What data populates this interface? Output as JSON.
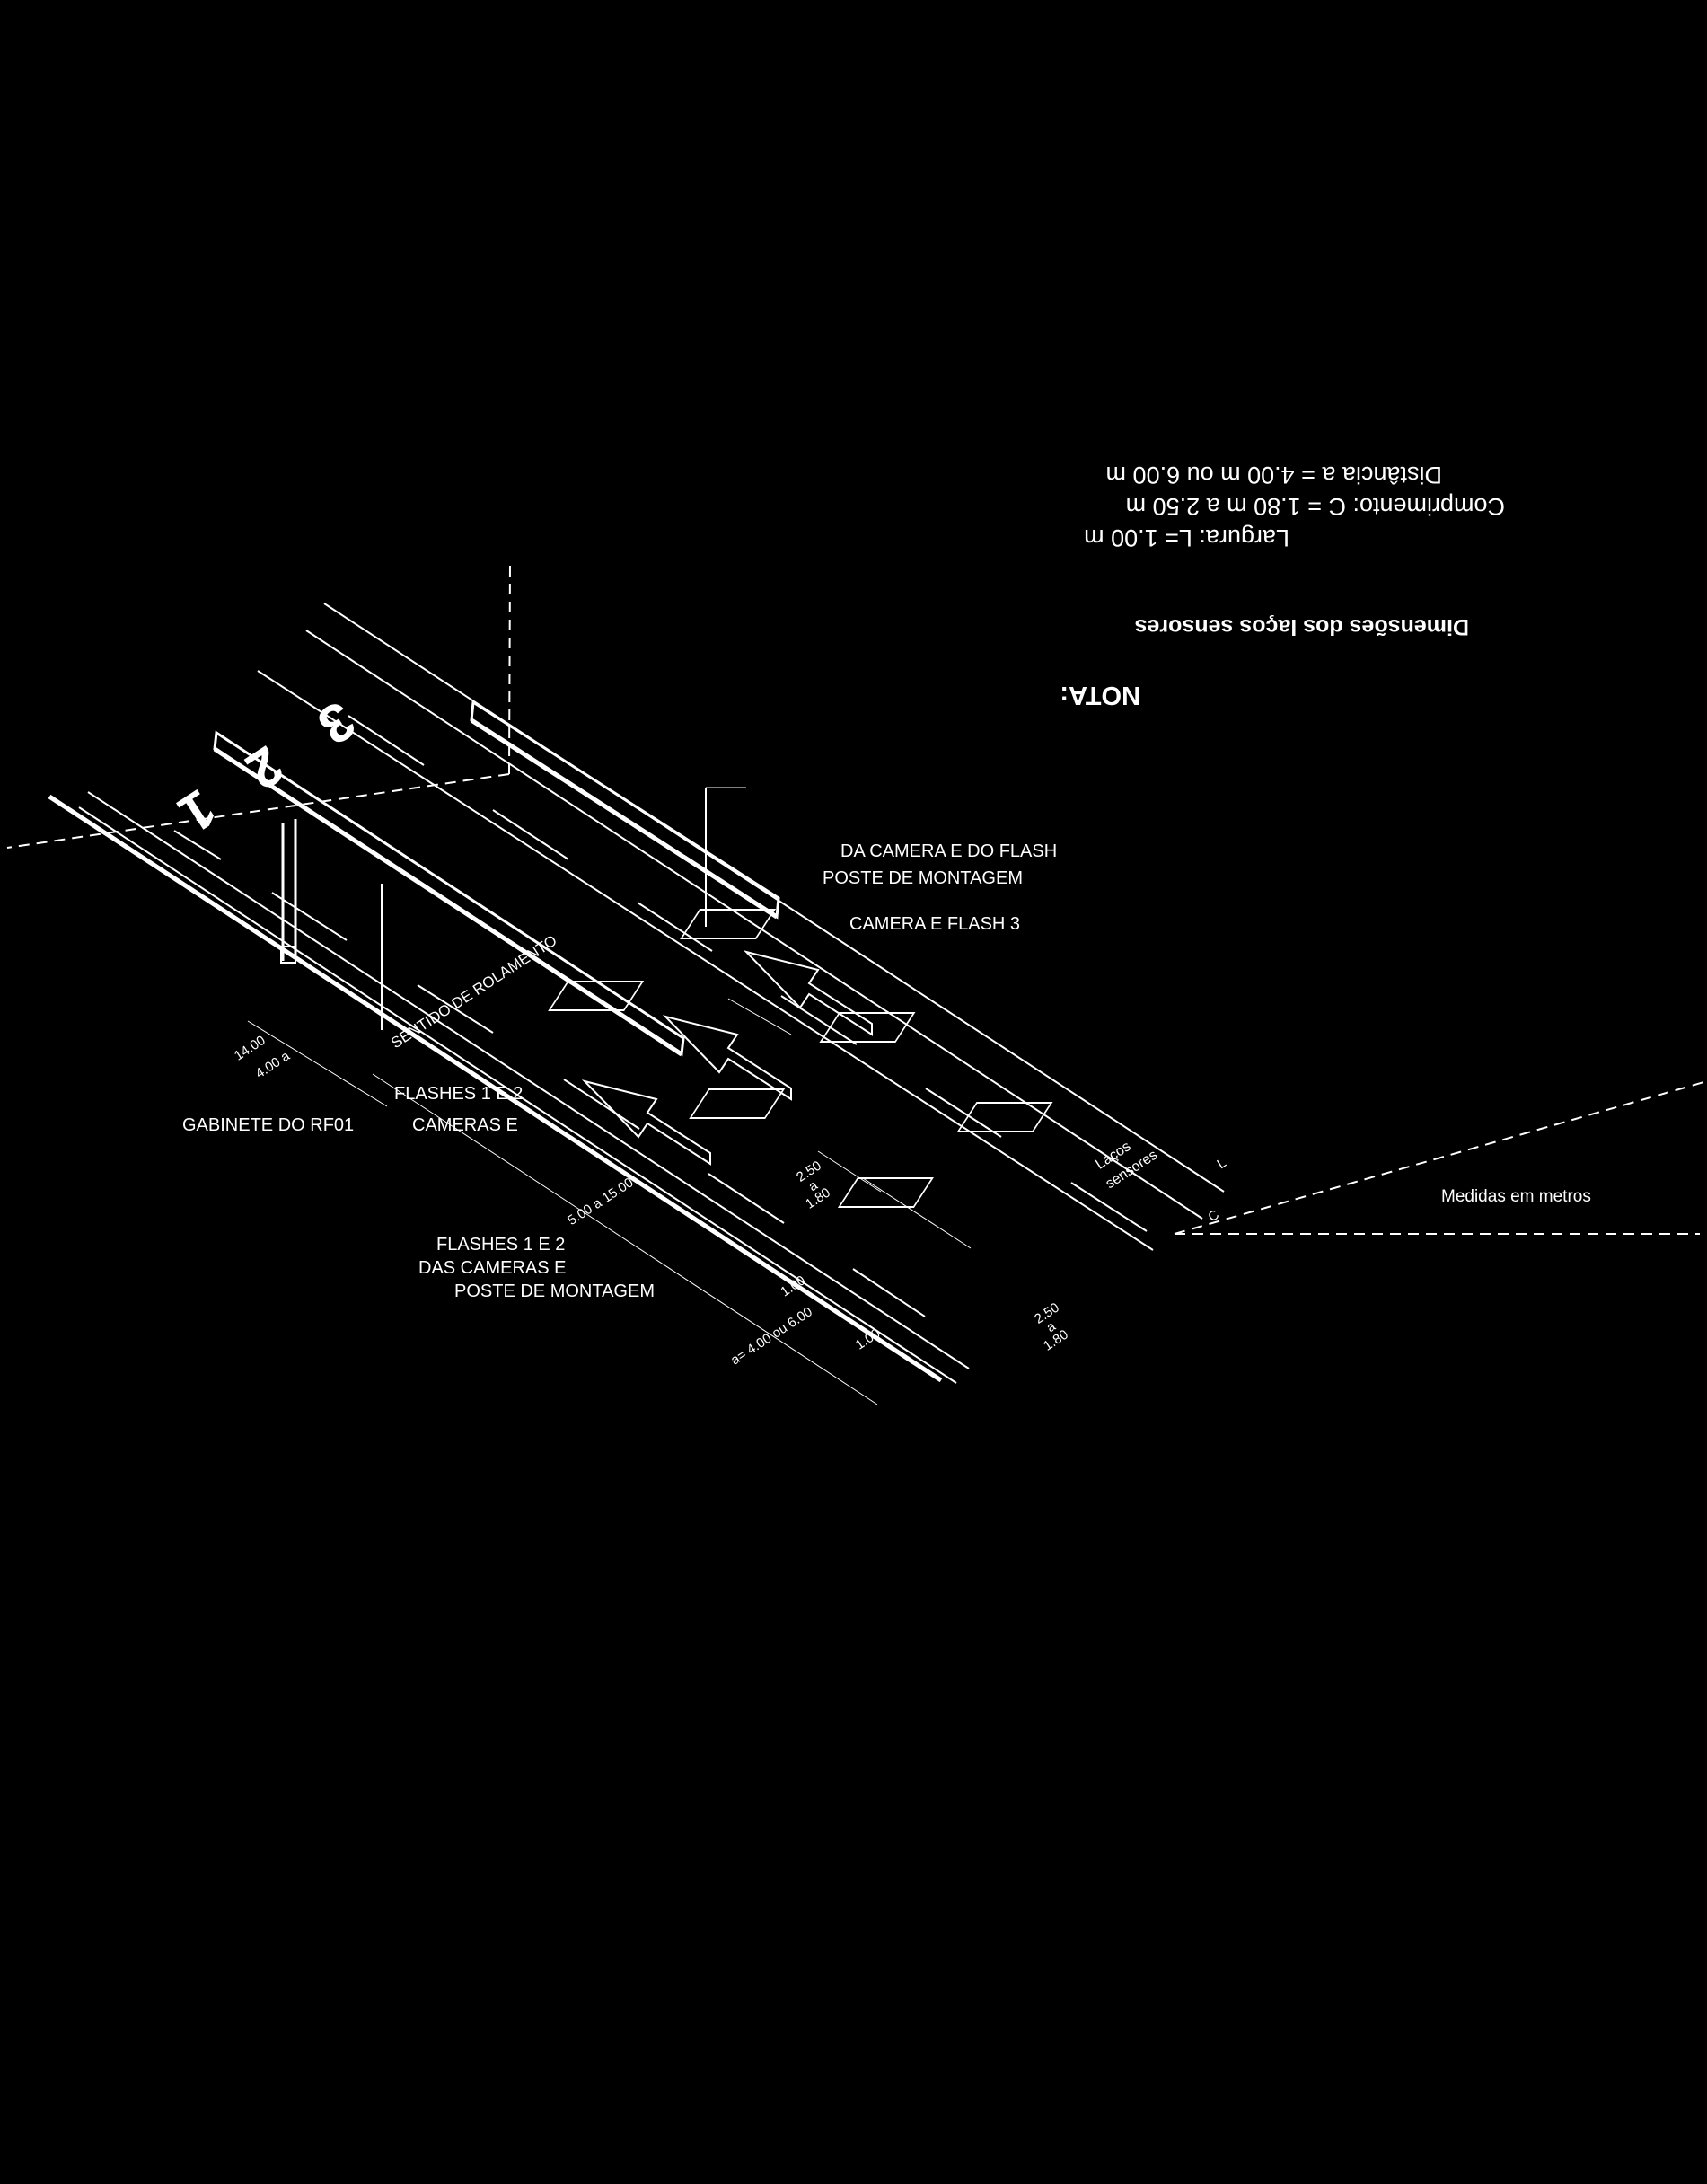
{
  "note": {
    "title": "NOTA:",
    "subtitle": "Dimensões dos laços sensores",
    "width_line": "Largura: L= 1.00 m",
    "length_line": "Comprimento: C = 1.80 m  a  2.50 m",
    "distance_line": "Distância a = 4.00 m ou 6.00 m"
  },
  "lanes": [
    "1",
    "2",
    "3"
  ],
  "labels": {
    "pole_top_1": "DA CAMERA E DO FLASH",
    "pole_top_2": "POSTE DE MONTAGEM",
    "camera_flash_3": "CAMERA E FLASH 3",
    "direction": "SENTIDO DE ROLAMENTO",
    "cabinet": "GABINETE DO RF01",
    "cameras_1": "CAMERAS E",
    "cameras_2": "FLASHES 1 E 2",
    "pole_left_1": "POSTE DE MONTAGEM",
    "pole_left_2": "DAS CAMERAS E",
    "pole_left_3": "FLASHES 1 E 2",
    "units": "Medidas em metros",
    "sensor_loops_1": "Laços",
    "sensor_loops_2": "sensores"
  },
  "dimensions": {
    "cab_offset": "4.00 a",
    "cab_offset_2": "14.00",
    "pole_span": "5.00 a 15.00",
    "loop_spacing": "a= 4.00 ou 6.00",
    "loop_width_a": "1.00",
    "loop_width_b": "1.00",
    "c_range_1a": "1.80",
    "c_range_1b": "a",
    "c_range_1c": "2.50",
    "c_range_2a": "1.80",
    "c_range_2b": "a",
    "c_range_2c": "2.50",
    "l_label": "L",
    "c_label": "C"
  }
}
